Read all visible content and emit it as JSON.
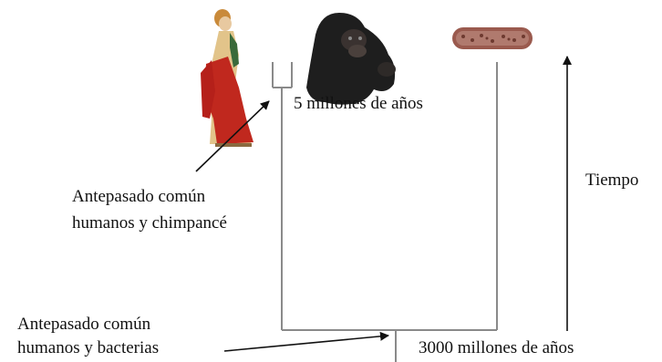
{
  "labels": {
    "recent_divergence": "5 millones de años",
    "ancestor_human_chimp_line1": "Antepasado común",
    "ancestor_human_chimp_line2": "humanos y chimpancé",
    "time_axis": "Tiempo",
    "ancestor_human_bacteria_line1": "Antepasado común",
    "ancestor_human_bacteria_line2": "humanos y bacterias",
    "ancient_divergence": "3000 millones de años"
  },
  "pictures": {
    "human": "woman-painting-icon",
    "chimpanzee": "chimpanzee-icon",
    "bacterium": "bacterium-icon"
  },
  "colors": {
    "lines": "#8a8a8a",
    "arrows": "#111111",
    "robe_red": "#c0281e",
    "skin": "#e8c9a0",
    "chimp_fur": "#1e1e1e",
    "bacterium": "#9a5a4e"
  }
}
